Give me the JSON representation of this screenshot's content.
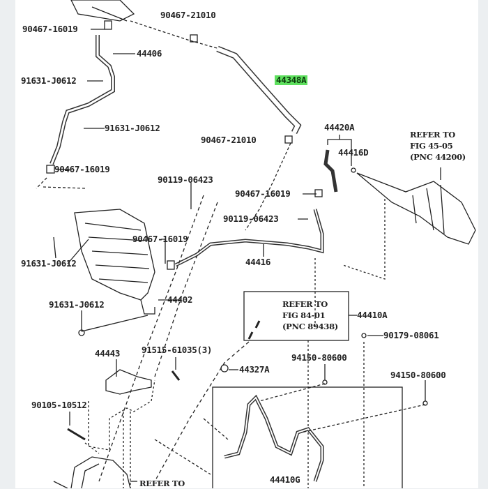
{
  "highlight_color": "#5ee05e",
  "labels": {
    "p1": "90467-21010",
    "p2": "90467-16019",
    "p3": "44406",
    "p4": "44348A",
    "p5": "91631-J0612",
    "p6": "91631-J0612",
    "p7": "90467-21010",
    "p8": "44420A",
    "p9": "44416D",
    "p10": "90467-16019",
    "p11": "90119-06423",
    "p12": "90467-16019",
    "p13": "90119-06423",
    "p14": "90467-16019",
    "p15": "91631-J0612",
    "p16": "44416",
    "p17": "44402",
    "p18": "44410A",
    "p19": "91631-J0612",
    "p20": "90179-08061",
    "p21": "44443",
    "p22": "91515-61035(3)",
    "p23": "94150-80600",
    "p24": "44327A",
    "p25": "94150-80600",
    "p26": "90105-10512",
    "p27": "44410G"
  },
  "refs": {
    "r1": [
      "REFER TO",
      "FIG 45-05",
      "(PNC 44200)"
    ],
    "r2": [
      "REFER TO",
      "FIG 84-01",
      "(PNC 89438)"
    ],
    "r3": [
      "REFER TO"
    ]
  }
}
